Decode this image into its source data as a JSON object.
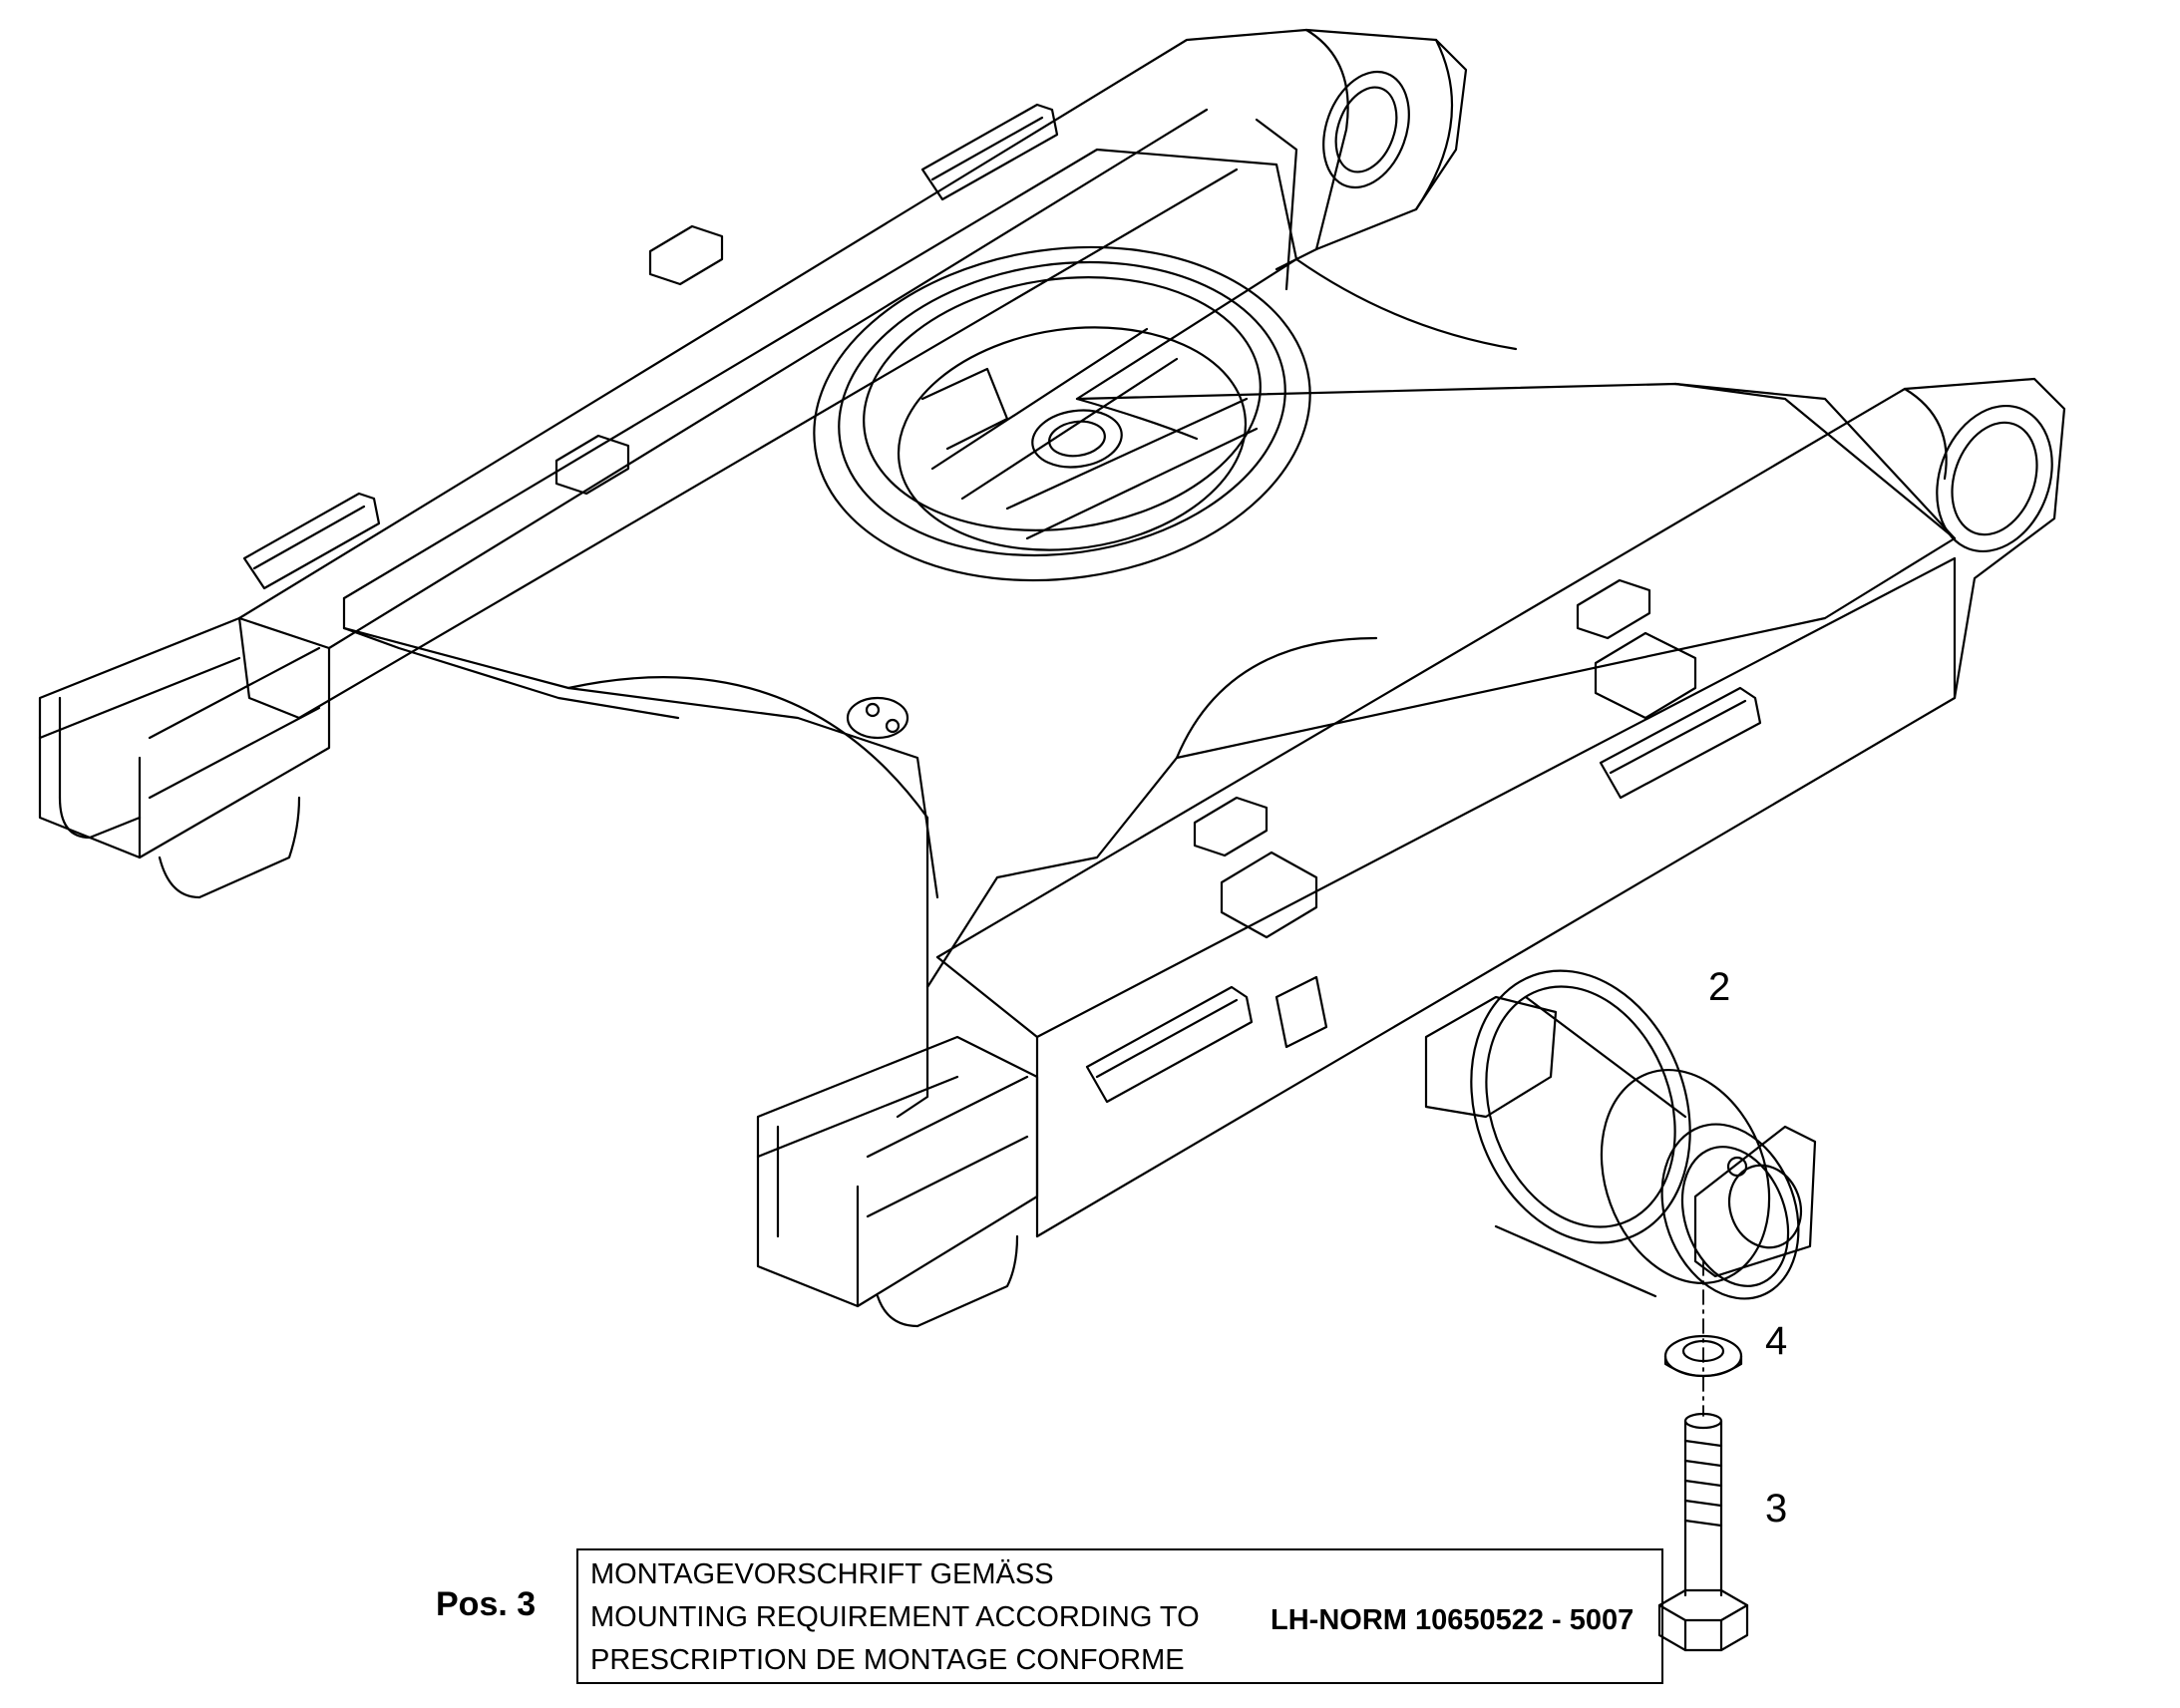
{
  "callouts": {
    "roller": "2",
    "washer": "4",
    "bolt": "3"
  },
  "note": {
    "position_label": "Pos. 3",
    "lines": [
      "MONTAGEVORSCHRIFT GEMÄSS",
      "MOUNTING REQUIREMENT ACCORDING TO",
      "PRESCRIPTION DE MONTAGE CONFORME"
    ],
    "norm": "LH-NORM 10650522 - 5007"
  },
  "colors": {
    "line": "#000000",
    "background": "#ffffff"
  }
}
